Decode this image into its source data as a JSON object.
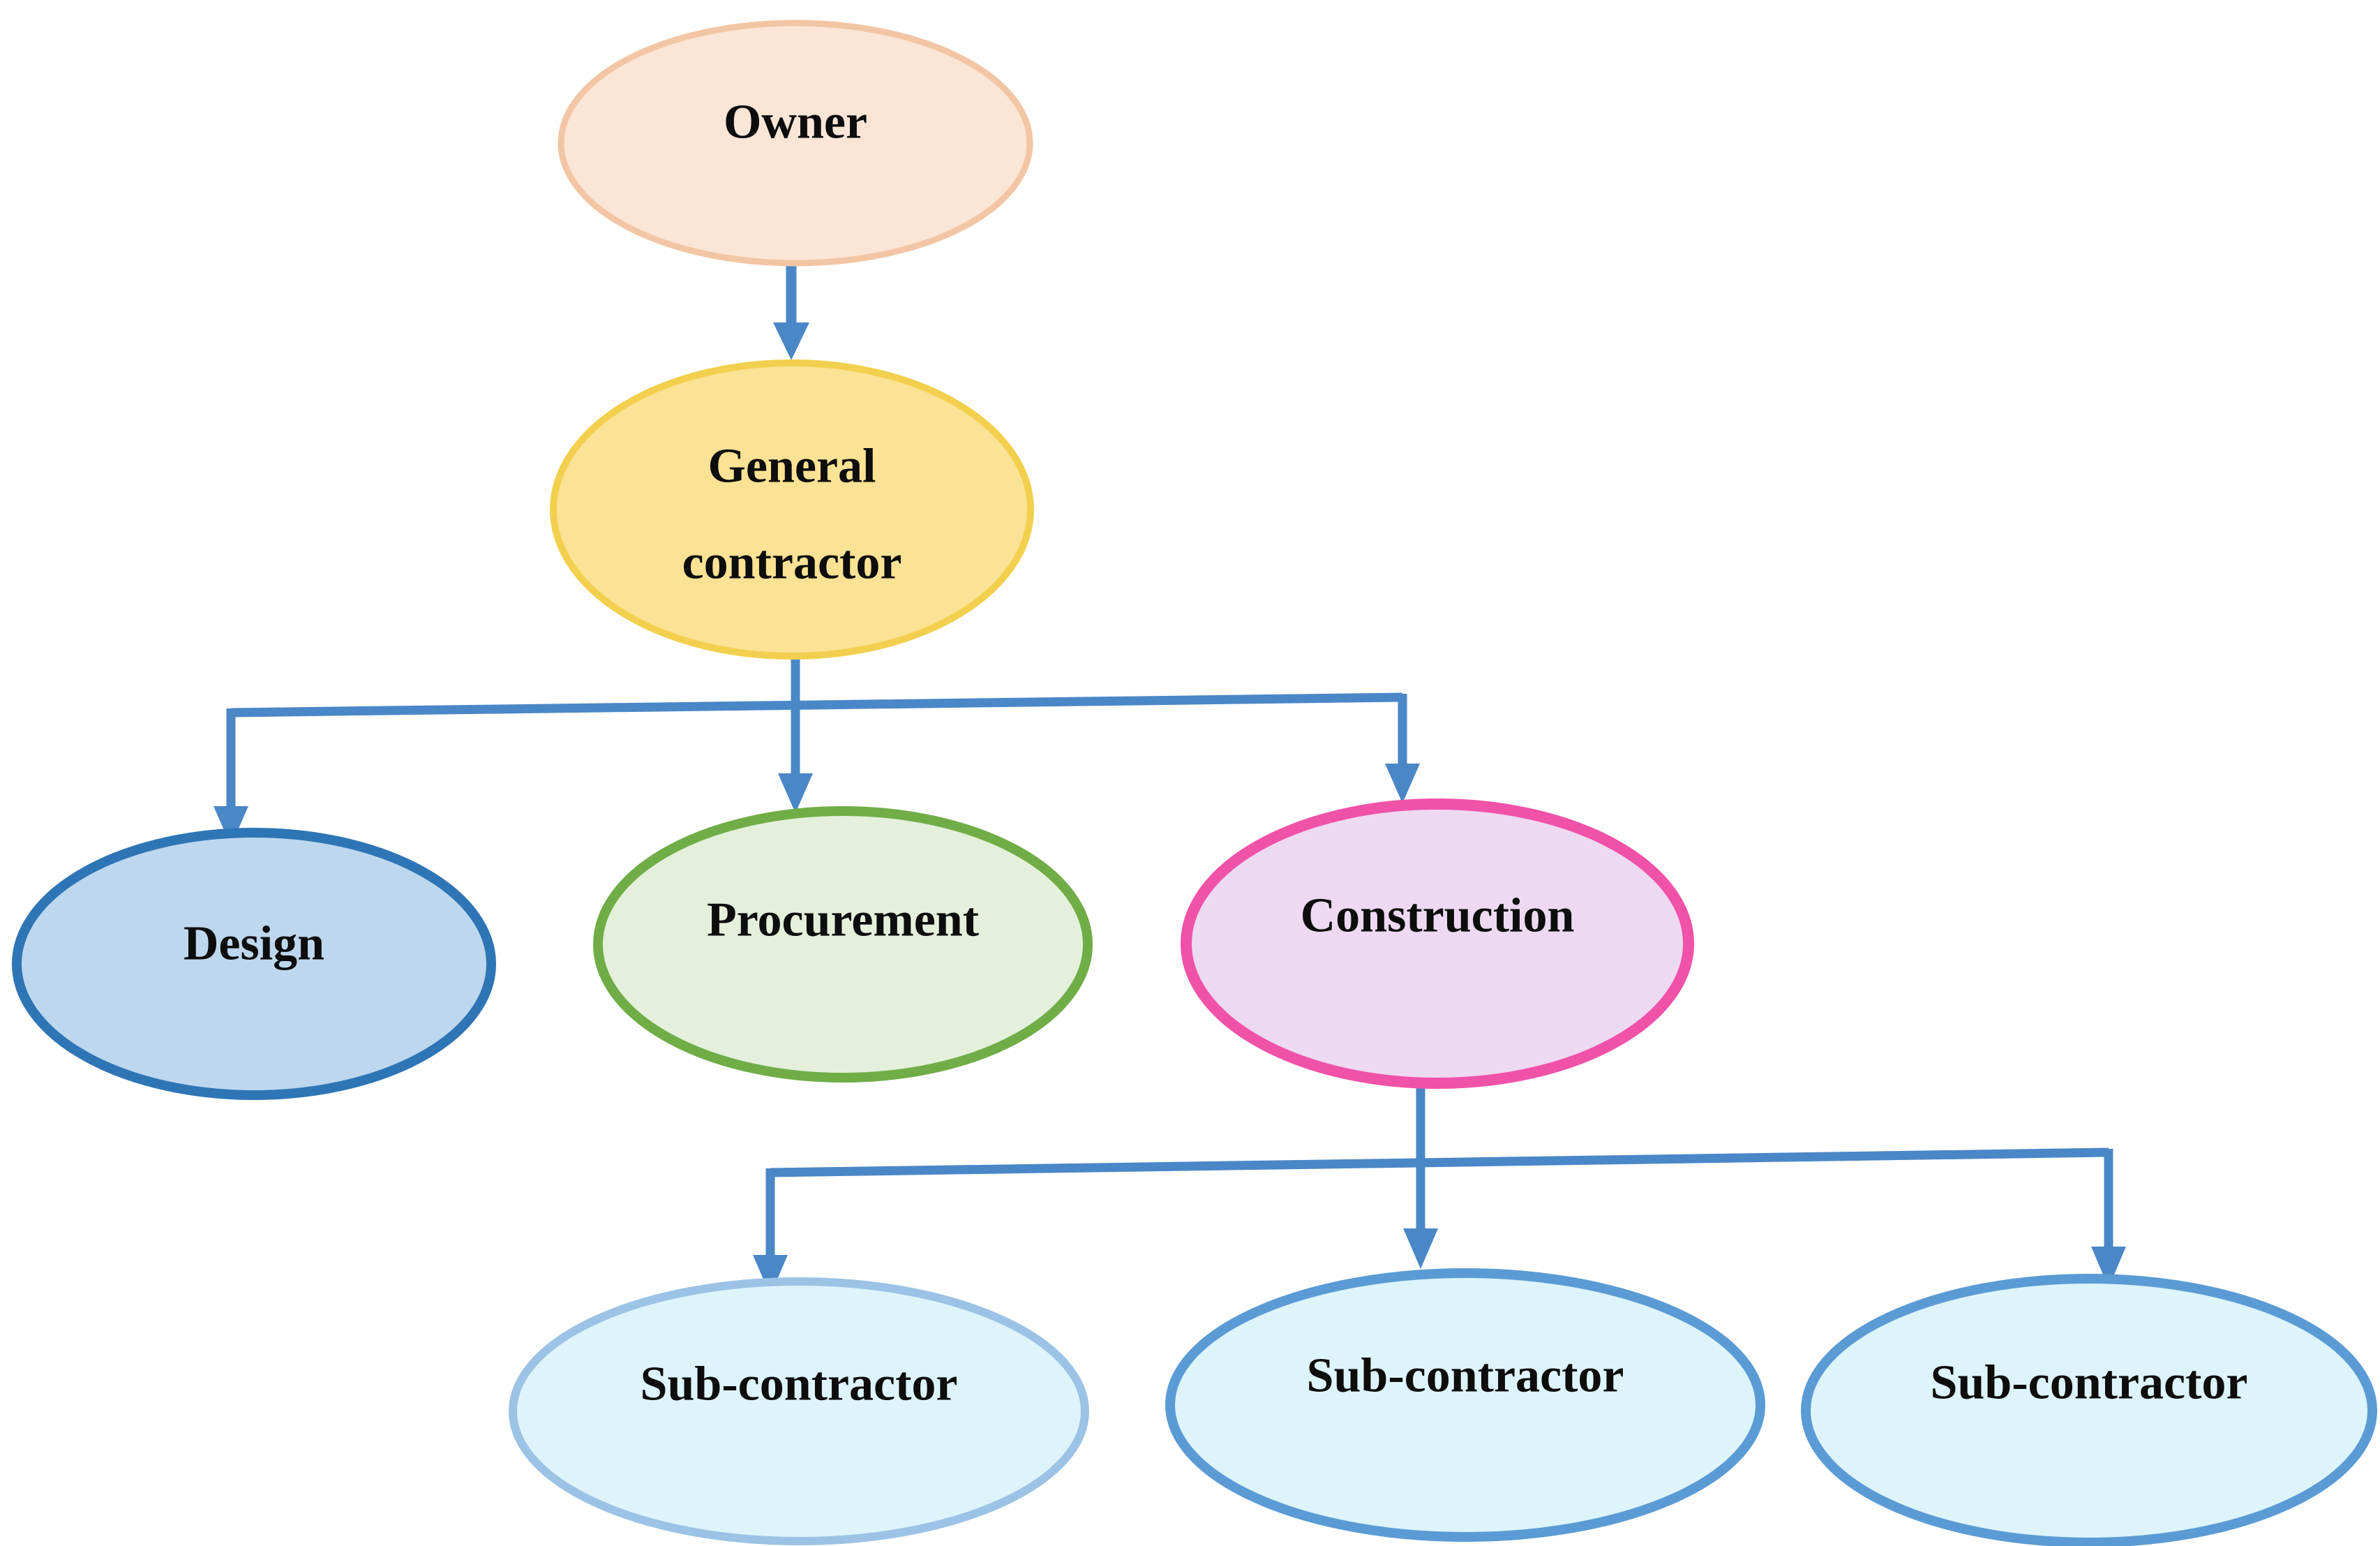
{
  "figure": {
    "type": "organization-flow-diagram",
    "background": "#ffffff"
  },
  "colors": {
    "arrow": "#4a87c7",
    "text": "#0d0d0d"
  },
  "nodes": {
    "owner": {
      "label": "Owner",
      "fill": "#fbe5d6",
      "stroke": "#f2c6a4"
    },
    "general_contractor": {
      "label": "General contractor",
      "lines": [
        "General",
        "contractor"
      ],
      "fill": "#fbe294",
      "stroke": "#f2d04e"
    },
    "design": {
      "label": "Design",
      "fill": "#bdd7ee",
      "stroke": "#2e75b6"
    },
    "procurement": {
      "label": "Procurement",
      "fill": "#e4f0db",
      "stroke": "#70ad47"
    },
    "construction": {
      "label": "Construction",
      "fill": "#edd9f2",
      "stroke": "#f052a8"
    },
    "subcontractor_1": {
      "label": "Sub-contractor",
      "fill": "#ddf4fb",
      "stroke": "#9cc3e5"
    },
    "subcontractor_2": {
      "label": "Sub-contractor",
      "fill": "#ddf4fb",
      "stroke": "#5b9bd5"
    },
    "subcontractor_3": {
      "label": "Sub-contractor",
      "fill": "#ddf4fb",
      "stroke": "#5b9bd5"
    }
  },
  "edges": [
    {
      "from": "Owner",
      "to": "General contractor"
    },
    {
      "from": "General contractor",
      "to": "Design"
    },
    {
      "from": "General contractor",
      "to": "Procurement"
    },
    {
      "from": "General contractor",
      "to": "Construction"
    },
    {
      "from": "Construction",
      "to": "Sub-contractor (left)"
    },
    {
      "from": "Construction",
      "to": "Sub-contractor (middle)"
    },
    {
      "from": "Construction",
      "to": "Sub-contractor (right)"
    }
  ]
}
